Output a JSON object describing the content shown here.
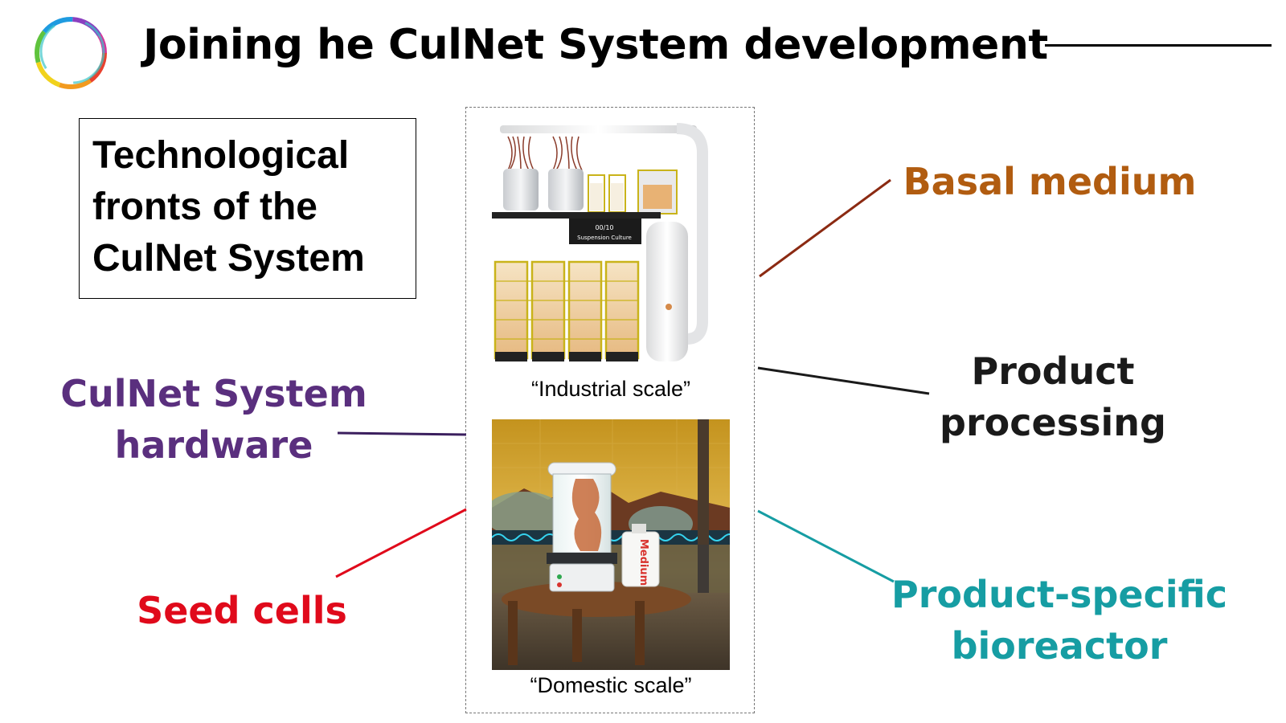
{
  "header": {
    "title": "Joining he CulNet System development",
    "logo_icon": "culnet-ring-logo"
  },
  "fronts_box": {
    "lines": [
      "Technological",
      "fronts of the",
      "CulNet System"
    ]
  },
  "fronts": {
    "basal_medium": {
      "label": "Basal medium",
      "color": "#b15c10"
    },
    "product_processing": {
      "lines": [
        "Product",
        "processing"
      ],
      "color": "#1a1a1a"
    },
    "hardware": {
      "lines": [
        "CulNet System",
        "hardware"
      ],
      "color": "#5a2f7e"
    },
    "seed_cells": {
      "label": "Seed cells",
      "color": "#e00a1b"
    },
    "bioreactor": {
      "lines": [
        "Product-specific",
        "bioreactor"
      ],
      "color": "#169da3"
    }
  },
  "illustrations": {
    "industrial": {
      "caption": "“Industrial scale”",
      "panel_text": [
        "00/10",
        "Suspension Culture"
      ]
    },
    "domestic": {
      "caption": "“Domestic scale”",
      "bottle_text": "Medium"
    }
  }
}
